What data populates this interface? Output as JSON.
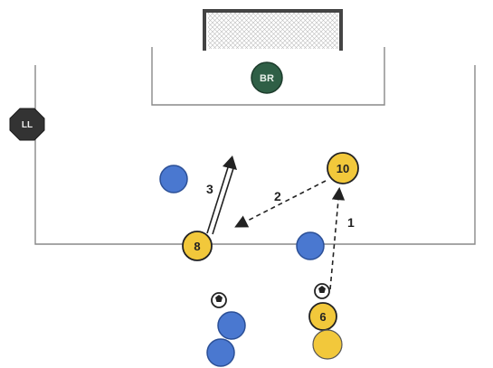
{
  "players": {
    "goalkeeper": {
      "label": "BR",
      "fill": "#2f5f46"
    },
    "coach_left": {
      "label": "LL",
      "fill": "#333333"
    },
    "player_10": {
      "label": "10",
      "fill": "#f2c83b"
    },
    "player_8": {
      "label": "8",
      "fill": "#f2c83b"
    },
    "player_6": {
      "label": "6",
      "fill": "#f2c83b"
    },
    "player_extra_yellow": {
      "label": "",
      "fill": "#f2c83b"
    },
    "defender_color": "#4a78d0"
  },
  "moves": {
    "step_1": {
      "label": "1",
      "style": "dashed pass"
    },
    "step_2": {
      "label": "2",
      "style": "dashed pass"
    },
    "step_3": {
      "label": "3",
      "style": "double-line run"
    }
  },
  "icons": [
    "ball-icon",
    "goal-net",
    "pitch-line"
  ]
}
